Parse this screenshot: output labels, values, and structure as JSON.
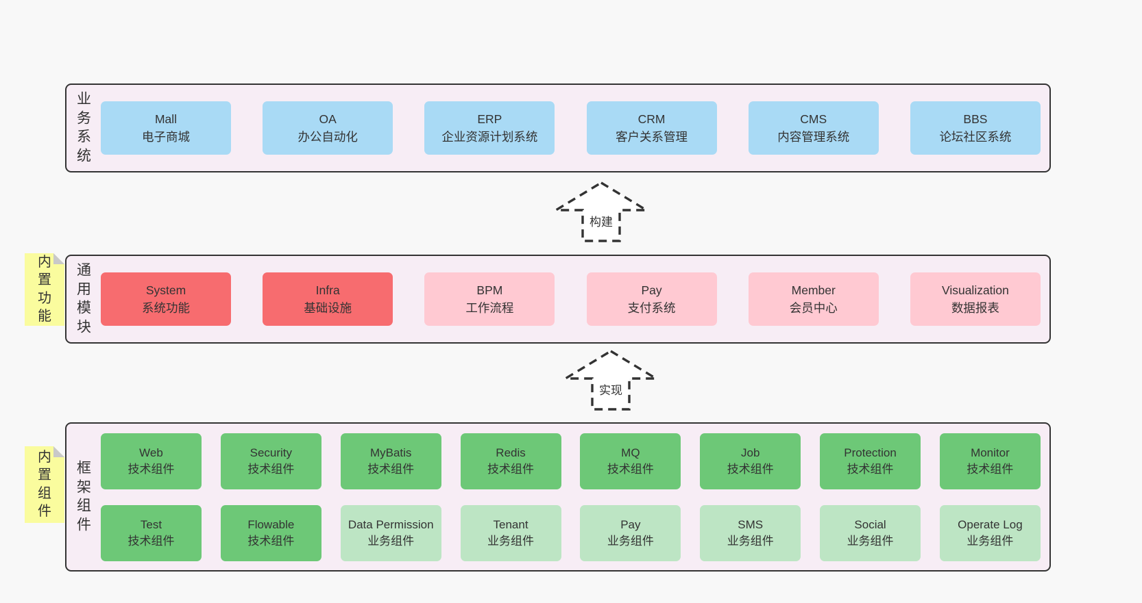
{
  "colors": {
    "page_bg": "#f8f8f8",
    "panel": "#f7edf5",
    "border": "#333333",
    "text": "#333333",
    "blue": "#a9daf5",
    "red": "#f76c6f",
    "pink": "#ffc9d2",
    "green": "#6dc877",
    "lightgreen": "#bde5c4",
    "sticky": "#fafc9e",
    "sticky_fold": "#c9c9c9",
    "arrow_fill": "#ffffff"
  },
  "arrows": [
    {
      "label": "构建"
    },
    {
      "label": "实现"
    }
  ],
  "layers": [
    {
      "label": "业务系统",
      "sticky": null,
      "rows": [
        [
          {
            "name": "Mall",
            "sub": "电子商城",
            "variant": "blue"
          },
          {
            "name": "OA",
            "sub": "办公自动化",
            "variant": "blue"
          },
          {
            "name": "ERP",
            "sub": "企业资源计划系统",
            "variant": "blue"
          },
          {
            "name": "CRM",
            "sub": "客户关系管理",
            "variant": "blue"
          },
          {
            "name": "CMS",
            "sub": "内容管理系统",
            "variant": "blue"
          },
          {
            "name": "BBS",
            "sub": "论坛社区系统",
            "variant": "blue"
          }
        ]
      ]
    },
    {
      "label": "通用模块",
      "sticky": "内置功能",
      "rows": [
        [
          {
            "name": "System",
            "sub": "系统功能",
            "variant": "red"
          },
          {
            "name": "Infra",
            "sub": "基础设施",
            "variant": "red"
          },
          {
            "name": "BPM",
            "sub": "工作流程",
            "variant": "pink"
          },
          {
            "name": "Pay",
            "sub": "支付系统",
            "variant": "pink"
          },
          {
            "name": "Member",
            "sub": "会员中心",
            "variant": "pink"
          },
          {
            "name": "Visualization",
            "sub": "数据报表",
            "variant": "pink"
          }
        ]
      ]
    },
    {
      "label": "框架组件",
      "sticky": "内置组件",
      "rows": [
        [
          {
            "name": "Web",
            "sub": "技术组件",
            "variant": "green"
          },
          {
            "name": "Security",
            "sub": "技术组件",
            "variant": "green"
          },
          {
            "name": "MyBatis",
            "sub": "技术组件",
            "variant": "green"
          },
          {
            "name": "Redis",
            "sub": "技术组件",
            "variant": "green"
          },
          {
            "name": "MQ",
            "sub": "技术组件",
            "variant": "green"
          },
          {
            "name": "Job",
            "sub": "技术组件",
            "variant": "green"
          },
          {
            "name": "Protection",
            "sub": "技术组件",
            "variant": "green"
          },
          {
            "name": "Monitor",
            "sub": "技术组件",
            "variant": "green"
          }
        ],
        [
          {
            "name": "Test",
            "sub": "技术组件",
            "variant": "green"
          },
          {
            "name": "Flowable",
            "sub": "技术组件",
            "variant": "green"
          },
          {
            "name": "Data Permission",
            "sub": "业务组件",
            "variant": "lightgreen"
          },
          {
            "name": "Tenant",
            "sub": "业务组件",
            "variant": "lightgreen"
          },
          {
            "name": "Pay",
            "sub": "业务组件",
            "variant": "lightgreen"
          },
          {
            "name": "SMS",
            "sub": "业务组件",
            "variant": "lightgreen"
          },
          {
            "name": "Social",
            "sub": "业务组件",
            "variant": "lightgreen"
          },
          {
            "name": "Operate Log",
            "sub": "业务组件",
            "variant": "lightgreen"
          }
        ]
      ]
    }
  ]
}
